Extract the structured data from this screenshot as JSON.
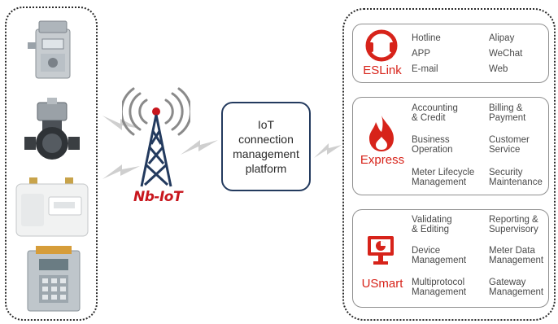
{
  "tower": {
    "label": "Nb-IoT"
  },
  "platform": {
    "label": "IoT\nconnection\nmanagement\nplatform"
  },
  "eslink": {
    "brand": "ESLink",
    "items": [
      "Hotline",
      "Alipay",
      "APP",
      "WeChat",
      "E-mail",
      "Web"
    ]
  },
  "express": {
    "brand": "Express",
    "items": [
      "Accounting\n& Credit",
      "Billing &\nPayment",
      "Business\nOperation",
      "Customer\nService",
      "Meter Lifecycle\nManagement",
      "Security\nMaintenance"
    ]
  },
  "usmart": {
    "brand": "USmart",
    "items": [
      "Validating\n& Editing",
      "Reporting &\nSupervisory",
      "Device\nManagement",
      "Meter Data\nManagement",
      "Multiprotocol\nManagement",
      "Gateway\nManagement"
    ]
  },
  "colors": {
    "brand_red": "#d7231a",
    "platform_border": "#233a5e",
    "arrow_gray": "#c9c9c9"
  }
}
